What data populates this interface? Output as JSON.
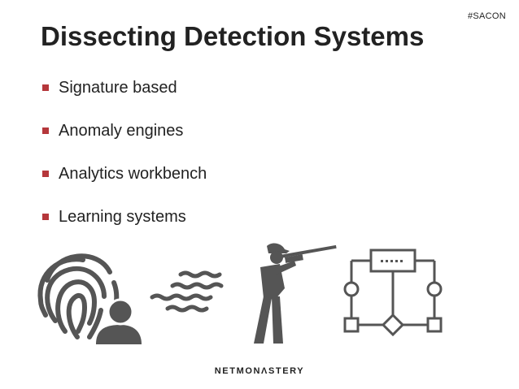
{
  "header": {
    "hashtag": "#SACON"
  },
  "slide": {
    "title": "Dissecting Detection Systems"
  },
  "bullets": [
    {
      "label": "Signature based"
    },
    {
      "label": "Anomaly engines"
    },
    {
      "label": "Analytics workbench"
    },
    {
      "label": "Learning systems"
    }
  ],
  "colors": {
    "accent": "#b5373b",
    "icon": "#555555",
    "text": "#222222"
  },
  "icons": [
    "fingerprint-user-icon",
    "wavy-lines-icon",
    "hunter-with-rifle-icon",
    "flowchart-icon"
  ],
  "footer": {
    "logo_text": "NETMONΛSTERY"
  }
}
